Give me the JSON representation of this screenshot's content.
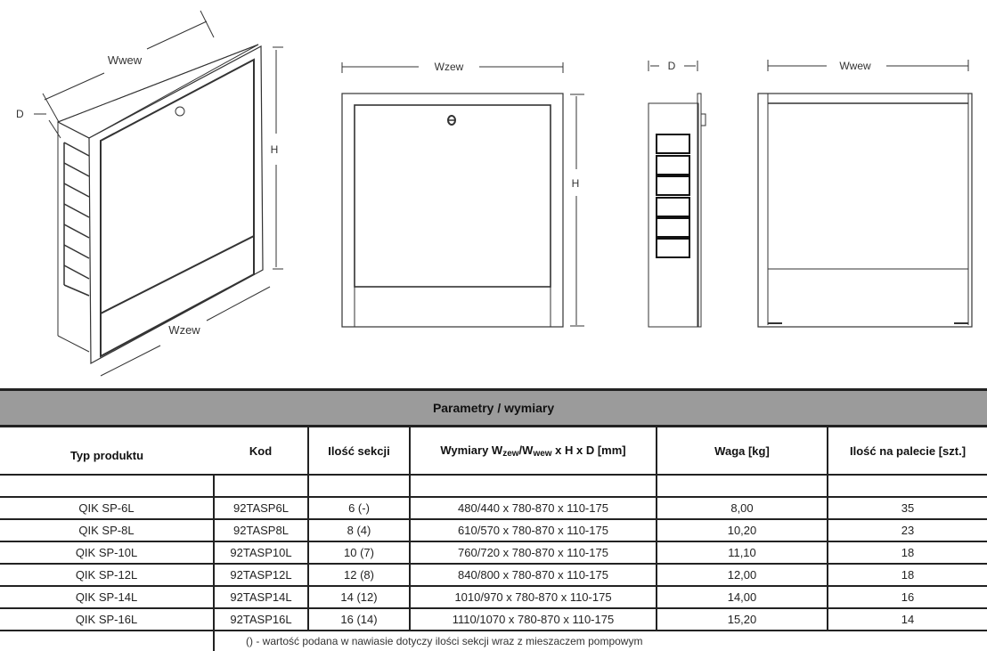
{
  "drawings": {
    "iso": {
      "label_wwew": "Wwew",
      "label_d": "D",
      "label_h": "H",
      "label_wzew": "Wzew"
    },
    "front": {
      "label_wzew": "Wzew",
      "label_h": "H"
    },
    "side": {
      "label_d": "D"
    },
    "rear": {
      "label_wwew": "Wwew"
    }
  },
  "table": {
    "title": "Parametry / wymiary",
    "headers": {
      "type": "Typ   produktu",
      "code": "Kod",
      "sections": "Ilość sekcji",
      "dims_prefix": "Wymiary  W",
      "dims_sub1": "zew",
      "dims_mid": "/W",
      "dims_sub2": "wew",
      "dims_suffix": " x H x D [mm]",
      "weight": "Waga  [kg]",
      "pallet": "Ilość na palecie [szt.]"
    },
    "rows": [
      {
        "type": "QIK SP-6L",
        "code": "92TASP6L",
        "sections": "6  (-)",
        "dims": "480/440 x 780-870 x 110-175",
        "weight": "8,00",
        "pallet": "35"
      },
      {
        "type": "QIK SP-8L",
        "code": "92TASP8L",
        "sections": "8 (4)",
        "dims": "610/570 x 780-870 x 110-175",
        "weight": "10,20",
        "pallet": "23"
      },
      {
        "type": "QIK SP-10L",
        "code": "92TASP10L",
        "sections": "10 (7)",
        "dims": "760/720 x 780-870 x 110-175",
        "weight": "11,10",
        "pallet": "18"
      },
      {
        "type": "QIK SP-12L",
        "code": "92TASP12L",
        "sections": "12 (8)",
        "dims": "840/800 x 780-870 x 110-175",
        "weight": "12,00",
        "pallet": "18"
      },
      {
        "type": "QIK SP-14L",
        "code": "92TASP14L",
        "sections": "14 (12)",
        "dims": "1010/970 x 780-870 x 110-175",
        "weight": "14,00",
        "pallet": "16"
      },
      {
        "type": "QIK SP-16L",
        "code": "92TASP16L",
        "sections": "16 (14)",
        "dims": "1110/1070 x 780-870 x 110-175",
        "weight": "15,20",
        "pallet": "14"
      }
    ],
    "note": "() - wartość podana w nawiasie dotyczy ilości sekcji wraz z mieszaczem pompowym"
  }
}
